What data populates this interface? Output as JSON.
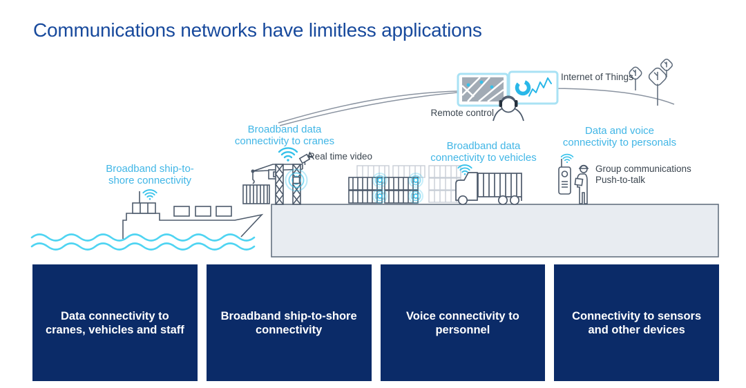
{
  "title": "Communications networks have limitless applications",
  "colors": {
    "title_blue": "#17499c",
    "accent_cyan": "#41b6e6",
    "signal_cyan": "#35c1ea",
    "wave_cyan": "#4fd4f2",
    "card_navy": "#0b2b68",
    "outline_slate": "#525f6e",
    "dock_fill": "#e8ecf1"
  },
  "scene_labels": {
    "ship": "Broadband ship-to-\nshore connectivity",
    "cranes": "Broadband data\nconnectivity to cranes",
    "vehicles": "Broadband data\nconnectivity to vehicles",
    "personals": "Data and voice\nconnectivity to personals",
    "remote_control": "Remote control",
    "internet_of_things": "Internet of Things",
    "real_time_video": "Real time video",
    "group_communications": "Group communications\nPush-to-talk"
  },
  "icons": {
    "wifi": "wifi-signal-arcs",
    "sensor": "concentric-radio-rings",
    "camera": "video-camera",
    "map_screen": "street-map-display",
    "chart_screen": "donut-and-line-chart-display",
    "headset_operator": "person-with-headset",
    "radio": "walkie-talkie",
    "tree": "tree"
  },
  "cards": [
    {
      "label": "Data connectivity to\ncranes, vehicles and staff"
    },
    {
      "label": "Broadband ship-to-shore\nconnectivity"
    },
    {
      "label": "Voice connectivity to\npersonnel"
    },
    {
      "label": "Connectivity to sensors\nand other devices"
    }
  ]
}
